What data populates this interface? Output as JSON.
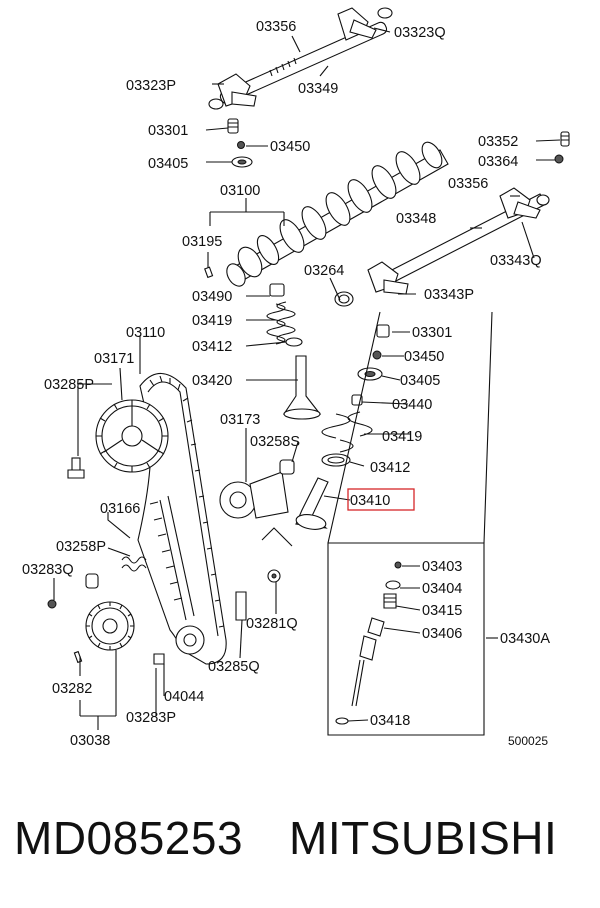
{
  "labels": [
    "03356",
    "03323Q",
    "03323P",
    "03349",
    "03301",
    "03450",
    "03405",
    "03100",
    "03195",
    "03352",
    "03364",
    "03356",
    "03348",
    "03343Q",
    "03264",
    "03343P",
    "03490",
    "03419",
    "03412",
    "03110",
    "03171",
    "03285P",
    "03420",
    "03173",
    "03258S",
    "03166",
    "03258P",
    "03283Q",
    "03282",
    "03038",
    "04044",
    "03283P",
    "03285Q",
    "03281Q",
    "03301",
    "03450",
    "03405",
    "03440",
    "03419",
    "03412",
    "03410",
    "03403",
    "03404",
    "03415",
    "03406",
    "03430A",
    "03418"
  ],
  "highlight": {
    "label": "03410",
    "color": "#d62728"
  },
  "ref_code": "500025",
  "footer": {
    "part_number": "MD085253",
    "brand": "MITSUBISHI"
  }
}
